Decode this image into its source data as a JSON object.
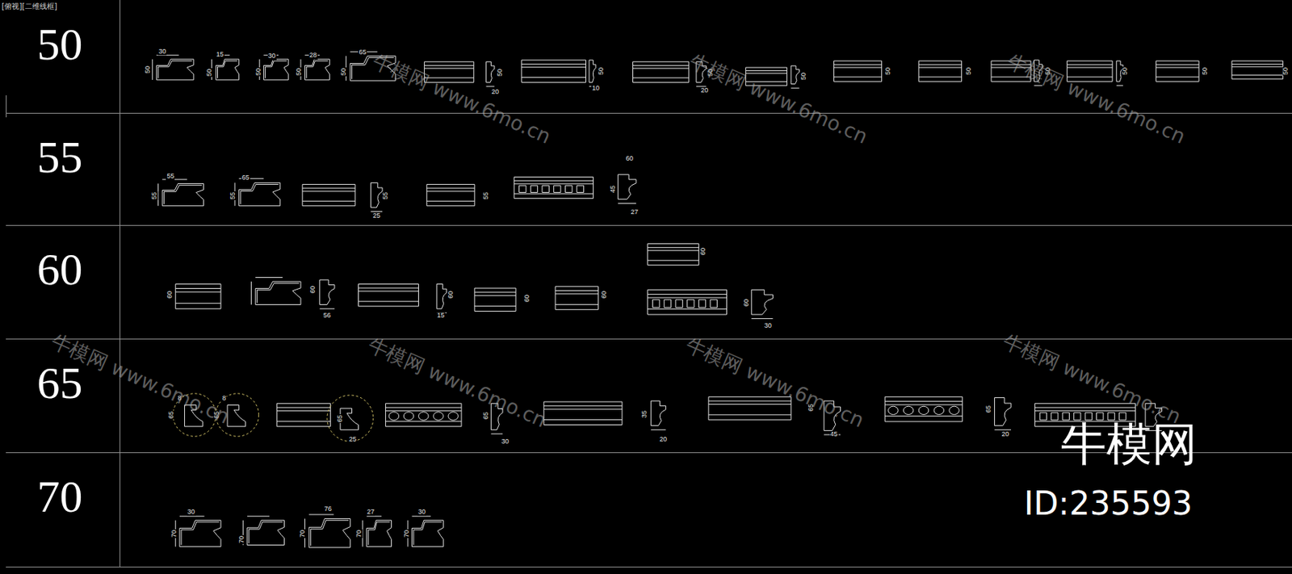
{
  "diagram": {
    "nodes": [
      {
        "text": [
          "50"
        ]
      },
      {
        "text": [
          "55"
        ]
      },
      {
        "text": [
          "60"
        ]
      },
      {
        "text": [
          "65"
        ]
      },
      {
        "text": [
          "70"
        ]
      }
    ],
    "labels": [
      "[俯视][二维线框]",
      "30",
      "50",
      "15",
      "50",
      "30",
      "50",
      "28",
      "50",
      "65",
      "50",
      "50",
      "20",
      "50",
      "10",
      "50",
      "20",
      "50",
      "50",
      "50",
      "50",
      "50",
      "50",
      "50",
      "55",
      "55",
      "65",
      "55",
      "55",
      "25",
      "55",
      "60",
      "45",
      "27",
      "60",
      "60",
      "56",
      "60",
      "15",
      "60",
      "60",
      "60",
      "60",
      "30",
      "8",
      "65",
      "65",
      "8",
      "65",
      "25",
      "65",
      "30",
      "35",
      "20",
      "65",
      "45",
      "65",
      "20",
      "30",
      "70",
      "70",
      "76",
      "70",
      "27",
      "70",
      "30",
      "70",
      "牛模网 www.6mo.cn",
      "牛模网 www.6mo.cn",
      "牛模网 www.6mo.cn",
      "牛模网 www.6mo.cn",
      "牛模网 www.6mo.cn",
      "牛模网 www.6mo.cn",
      "牛模网 www.6mo.cn",
      "牛模网",
      "ID:235593"
    ]
  }
}
